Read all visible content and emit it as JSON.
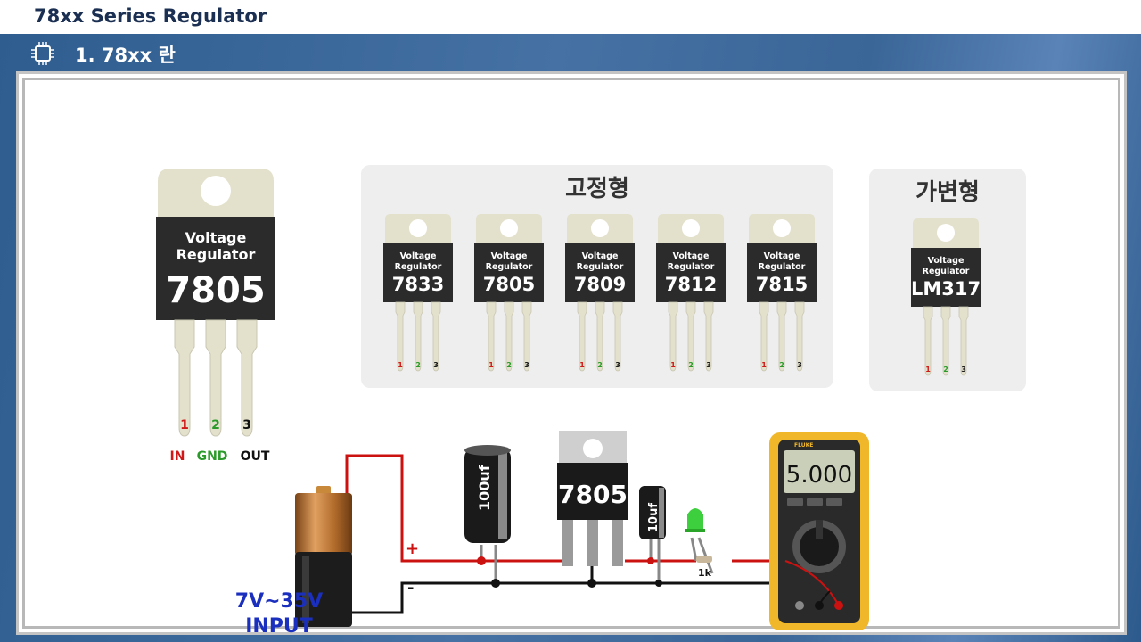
{
  "header": {
    "title": "78xx Series Regulator"
  },
  "section": {
    "title": "1. 78xx 란",
    "icon": "chip-icon"
  },
  "main_regulator": {
    "line1": "Voltage",
    "line2": "Regulator",
    "part": "7805",
    "pins": {
      "pin1": "1",
      "pin2": "2",
      "pin3": "3"
    },
    "pin_labels": {
      "in": "IN",
      "gnd": "GND",
      "out": "OUT"
    }
  },
  "fixed_group": {
    "title": "고정형",
    "items": [
      {
        "line1": "Voltage",
        "line2": "Regulator",
        "part": "7833"
      },
      {
        "line1": "Voltage",
        "line2": "Regulator",
        "part": "7805"
      },
      {
        "line1": "Voltage",
        "line2": "Regulator",
        "part": "7809"
      },
      {
        "line1": "Voltage",
        "line2": "Regulator",
        "part": "7812"
      },
      {
        "line1": "Voltage",
        "line2": "Regulator",
        "part": "7815"
      }
    ]
  },
  "variable_group": {
    "title": "가변형",
    "items": [
      {
        "line1": "Voltage",
        "line2": "Regulator",
        "part": "LM317"
      }
    ]
  },
  "circuit": {
    "input_line1": "7V~35V",
    "input_line2": "INPUT",
    "plus": "+",
    "minus": "-",
    "cap_in": "100uf",
    "cap_out": "10uf",
    "regulator": "7805",
    "resistor": "1k",
    "meter_reading": "5.000",
    "meter_brand": "FLUKE"
  },
  "colors": {
    "frame": "#3f6b9e",
    "title": "#1a2f52",
    "input_text": "#1b2fbf",
    "wire_pos": "#cc1111",
    "wire_neg": "#111111"
  }
}
